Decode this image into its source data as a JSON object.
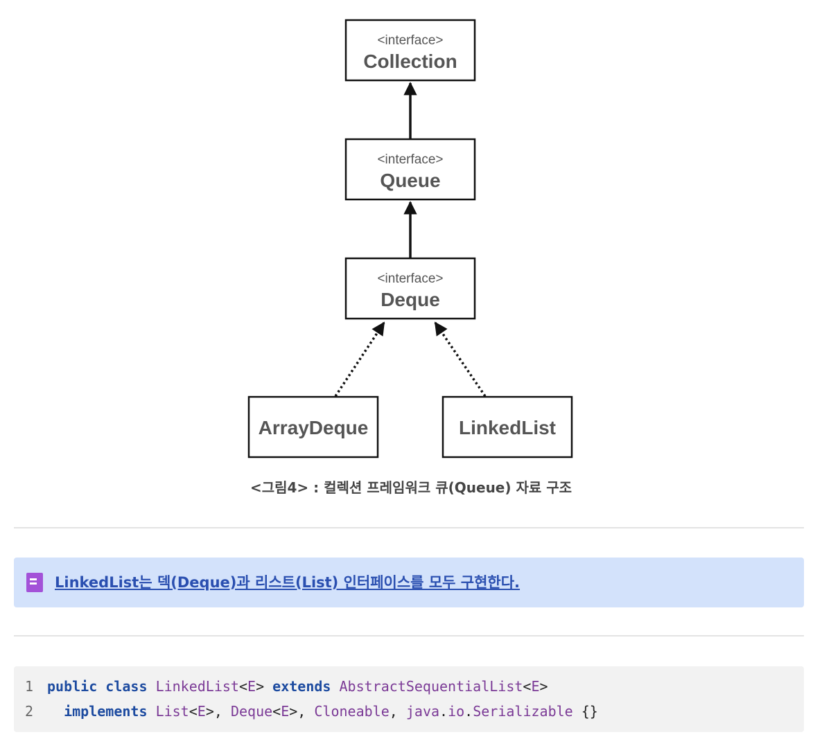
{
  "diagram": {
    "nodes": [
      {
        "id": "collection",
        "stereotype": "<interface>",
        "name": "Collection"
      },
      {
        "id": "queue",
        "stereotype": "<interface>",
        "name": "Queue"
      },
      {
        "id": "deque",
        "stereotype": "<interface>",
        "name": "Deque"
      },
      {
        "id": "arraydeque",
        "stereotype": "",
        "name": "ArrayDeque"
      },
      {
        "id": "linkedlist",
        "stereotype": "",
        "name": "LinkedList"
      }
    ],
    "edges": [
      {
        "from": "queue",
        "to": "collection",
        "style": "solid"
      },
      {
        "from": "deque",
        "to": "queue",
        "style": "solid"
      },
      {
        "from": "arraydeque",
        "to": "deque",
        "style": "dotted"
      },
      {
        "from": "linkedlist",
        "to": "deque",
        "style": "dotted"
      }
    ],
    "caption": "<그림4> : 컬렉션 프레임워크 큐(Queue) 자료 구조"
  },
  "callout": {
    "icon": "document-icon",
    "text": "LinkedList는 덱(Deque)과 리스트(List) 인터페이스를 모두 구현한다."
  },
  "code": {
    "line_numbers": [
      "1",
      "2"
    ],
    "line1": {
      "kw_public": "public",
      "kw_class": "class",
      "type_linkedlist": "LinkedList",
      "generic1": "<",
      "type_e1": "E",
      "generic1_close": ">",
      "kw_extends": "extends",
      "type_abstract": "AbstractSequentialList",
      "generic2": "<",
      "type_e2": "E",
      "generic2_close": ">"
    },
    "line2": {
      "indent": "  ",
      "kw_implements": "implements",
      "type_list": "List",
      "p1": "<",
      "type_e3": "E",
      "p2": ">, ",
      "type_deque": "Deque",
      "p3": "<",
      "type_e4": "E",
      "p4": ">, ",
      "type_cloneable": "Cloneable",
      "p5": ", ",
      "type_java": "java",
      "p6": ".",
      "type_io": "io",
      "p7": ".",
      "type_serializable": "Serializable",
      "p8": " {}"
    }
  },
  "colors": {
    "callout_bg": "#d3e2fb",
    "callout_icon": "#a352d8",
    "link_text": "#2a4fb0",
    "keyword": "#1d4ba0",
    "type": "#7b3a96"
  }
}
